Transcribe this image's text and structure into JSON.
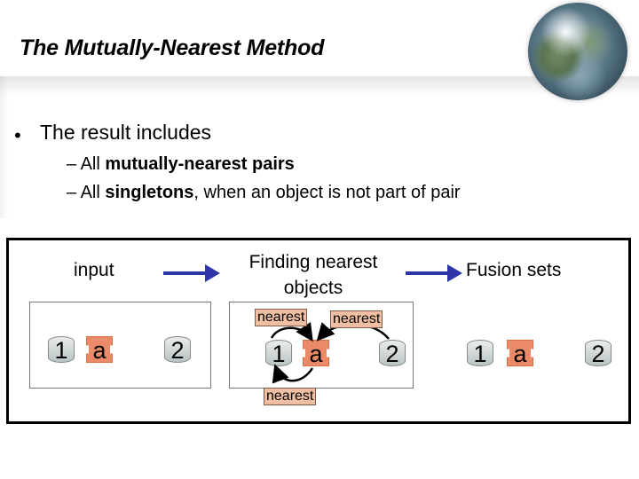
{
  "slide": {
    "title": "The Mutually-Nearest Method",
    "bullet_symbol": "•",
    "bullet": "The result includes",
    "sub_dash": "–",
    "sub1": {
      "lead": "All ",
      "bold": "mutually-nearest pairs",
      "rest": ""
    },
    "sub2": {
      "lead": "All ",
      "bold": "singletons",
      "rest": ", when an object is not part of pair"
    }
  },
  "diagram": {
    "step_input": "input",
    "step_finding": "Finding nearest objects",
    "step_fusion": "Fusion sets",
    "input_objects": {
      "one": "1",
      "a": "a",
      "two": "2"
    },
    "finding_objects": {
      "one": "1",
      "a": "a",
      "two": "2"
    },
    "fusion_objects": {
      "one": "1",
      "a": "a",
      "two": "2"
    },
    "label_top_left": "nearest",
    "label_top_right": "nearest",
    "label_bottom": "nearest"
  },
  "colors": {
    "arrow": "#2d35a8",
    "object_letter_fill": "#ea8a68",
    "nearest_label_fill": "#f0bfa2"
  },
  "icons": {
    "globe": "globe-icon"
  }
}
